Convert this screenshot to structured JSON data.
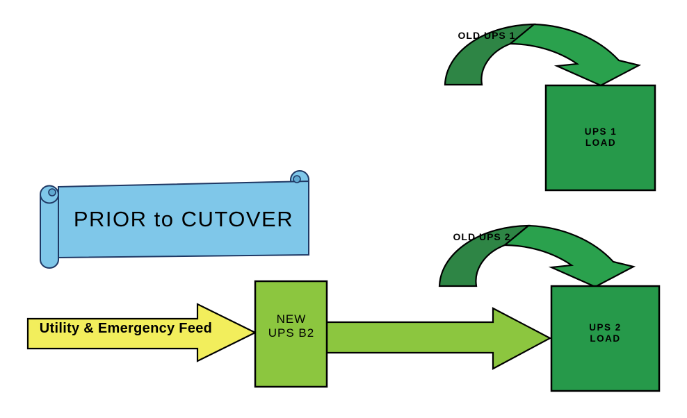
{
  "diagram": {
    "banner": {
      "label": "PRIOR to CUTOVER"
    },
    "feed_arrow": {
      "label": "Utility & Emergency Feed"
    },
    "new_ups_box": {
      "label": "NEW\nUPS B2"
    },
    "old_ups_arrows": [
      {
        "label": "OLD UPS 1"
      },
      {
        "label": "OLD UPS 2"
      }
    ],
    "load_boxes": [
      {
        "label": "UPS 1\nLOAD"
      },
      {
        "label": "UPS 2\nLOAD"
      }
    ],
    "colors": {
      "banner_fill": "#7FC7E9",
      "banner_inner_fill": "#5FA8D0",
      "banner_outline": "#1F3864",
      "feed_arrow_fill": "#F2EE5C",
      "new_ups_fill": "#8CC63F",
      "power_arrow_fill": "#8CC63F",
      "load_box_fill": "#26994A",
      "curved_arrow_back_fill": "#2E8545",
      "curved_arrow_front_fill": "#2AA14D",
      "shape_outline": "#000000"
    }
  }
}
